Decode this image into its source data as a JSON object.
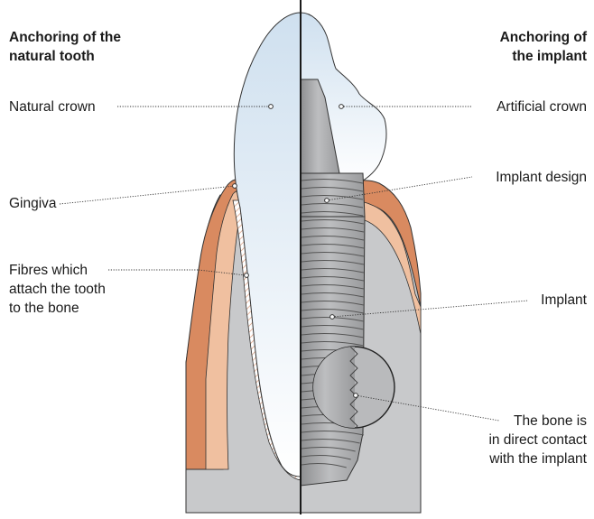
{
  "headings": {
    "left": [
      "Anchoring of the",
      "natural tooth"
    ],
    "right": [
      "Anchoring of",
      "the implant"
    ]
  },
  "labels": {
    "natural_crown": "Natural crown",
    "gingiva": "Gingiva",
    "fibres": [
      "Fibres which",
      "attach the tooth",
      "to the bone"
    ],
    "artificial_crown": "Artificial crown",
    "implant_design": "Implant design",
    "implant": "Implant",
    "bone_contact": [
      "The bone is",
      "in direct contact",
      "with the implant"
    ]
  },
  "colors": {
    "bone": "#c8c9cb",
    "gum_outer": "#d98a60",
    "gum_inner": "#f0c0a0",
    "crown_top": "#cfe0ef",
    "crown_bottom": "#ffffff",
    "implant": "#a8a9ab",
    "outline": "#333333",
    "divider": "#1a1a1a"
  }
}
